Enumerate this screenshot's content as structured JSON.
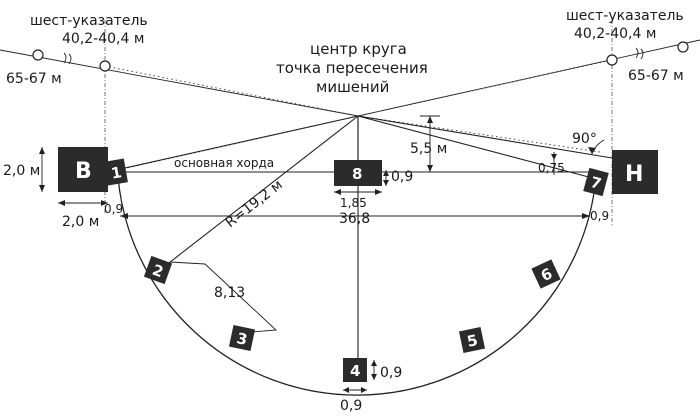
{
  "title": {
    "line1": "центр круга",
    "line2": "точка пересечения",
    "line3": "мишений"
  },
  "left_pointer": {
    "label": "шест-указатель",
    "range": "40,2-40,4 м",
    "far_range": "65-67 м"
  },
  "right_pointer": {
    "label": "шест-указатель",
    "range": "40,2-40,4 м",
    "far_range": "65-67 м"
  },
  "houses": {
    "left": "В",
    "right": "Н"
  },
  "stations": [
    "1",
    "2",
    "3",
    "4",
    "5",
    "6",
    "7",
    "8"
  ],
  "dimensions": {
    "house_height": "2,0 м",
    "house_width": "2,0 м",
    "left_offset": "0,9",
    "right_offset": "0,9",
    "main_chord": "основная хорда",
    "radius": "R=19,2 м",
    "diameter": "36,8",
    "center_height": "5,5 м",
    "station8_offset": "0,9",
    "station8_width": "1,85",
    "station7_offset": "0,75",
    "angle": "90°",
    "station2_dist": "8,13",
    "station4_height": "0,9",
    "station4_width": "0,9"
  }
}
